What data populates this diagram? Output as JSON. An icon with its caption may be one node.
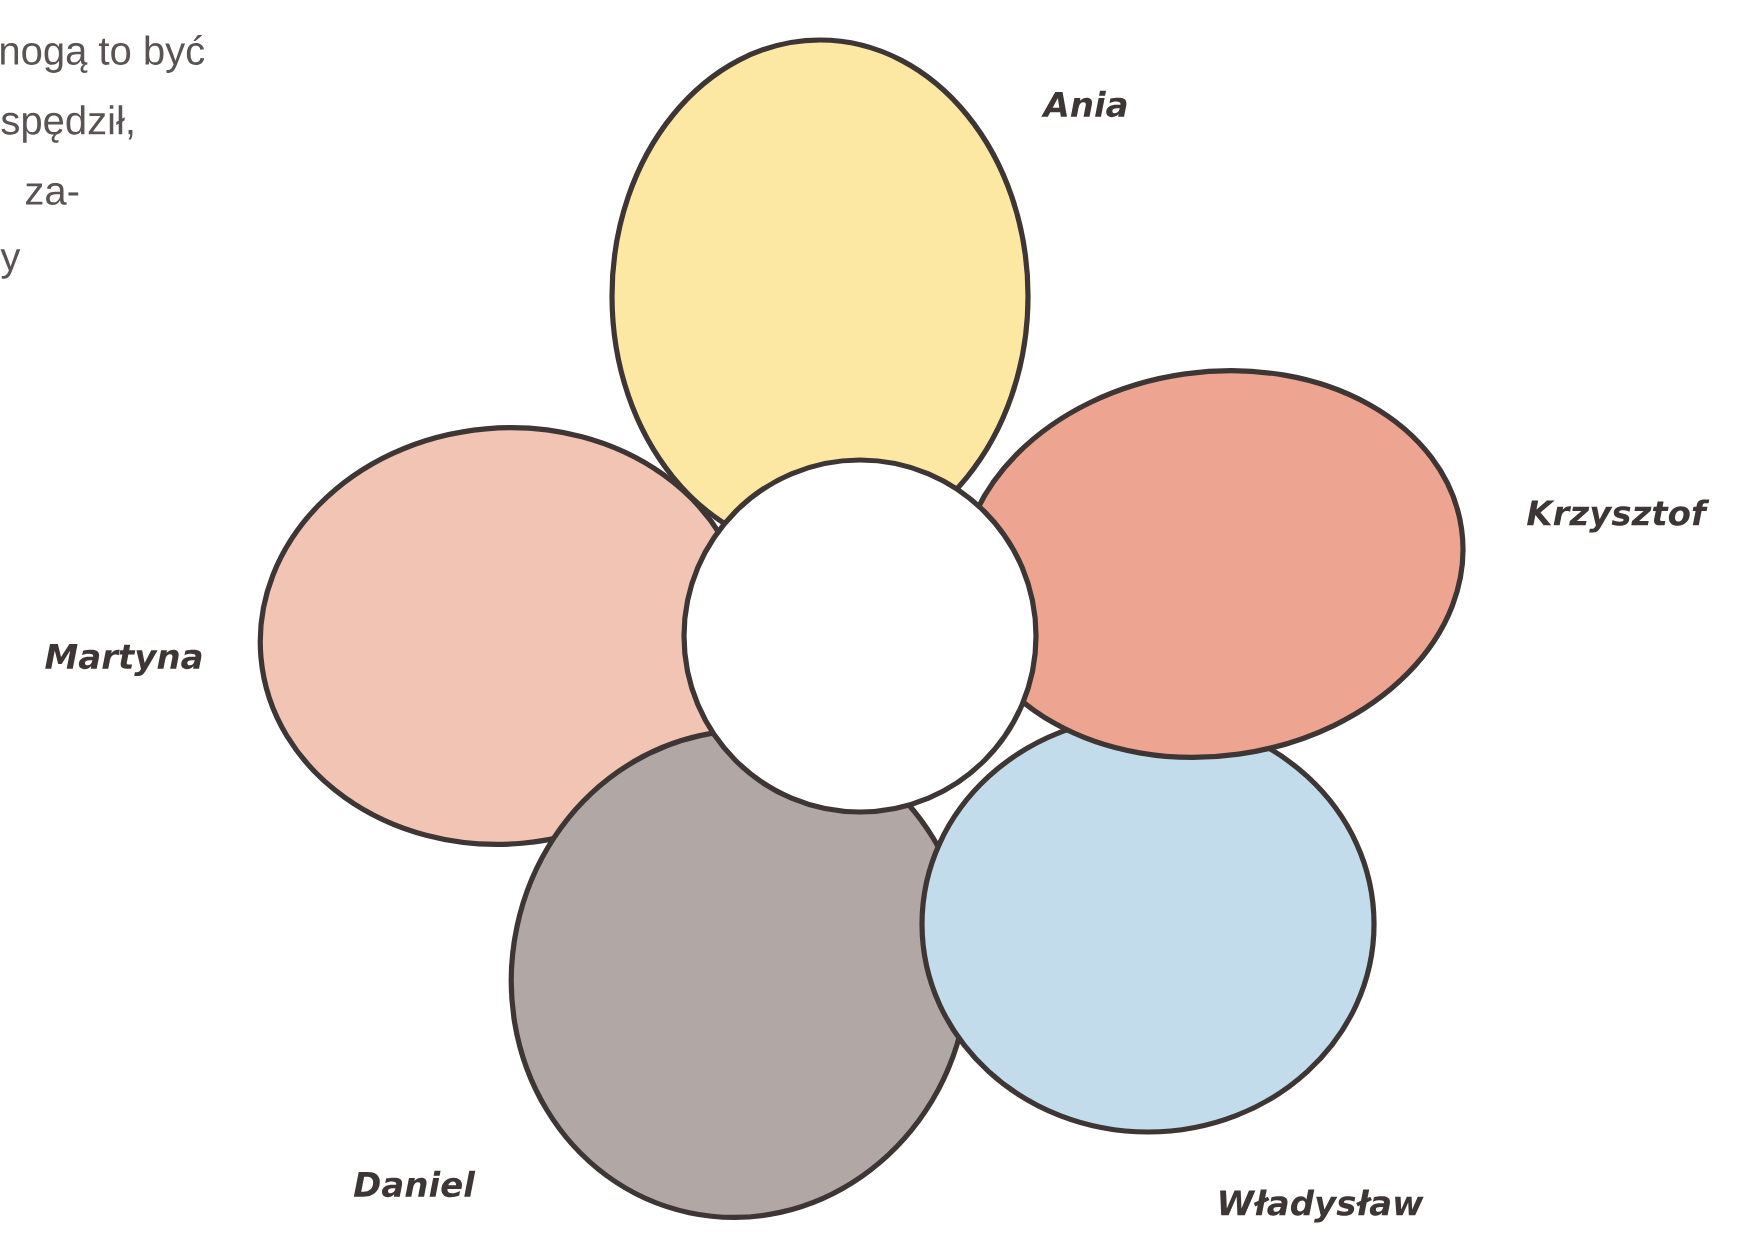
{
  "diagram": {
    "nodes": [
      {
        "text": [
          "Ania"
        ]
      },
      {
        "text": [
          "Krzysztof"
        ]
      },
      {
        "text": [
          "Władysław"
        ]
      },
      {
        "text": [
          "Daniel"
        ]
      },
      {
        "text": [
          "Martyna"
        ]
      },
      {
        "text": [],
        "shape": "circle"
      }
    ],
    "labels": [
      "nogą to być",
      "spędził,",
      "za-",
      "y"
    ]
  }
}
